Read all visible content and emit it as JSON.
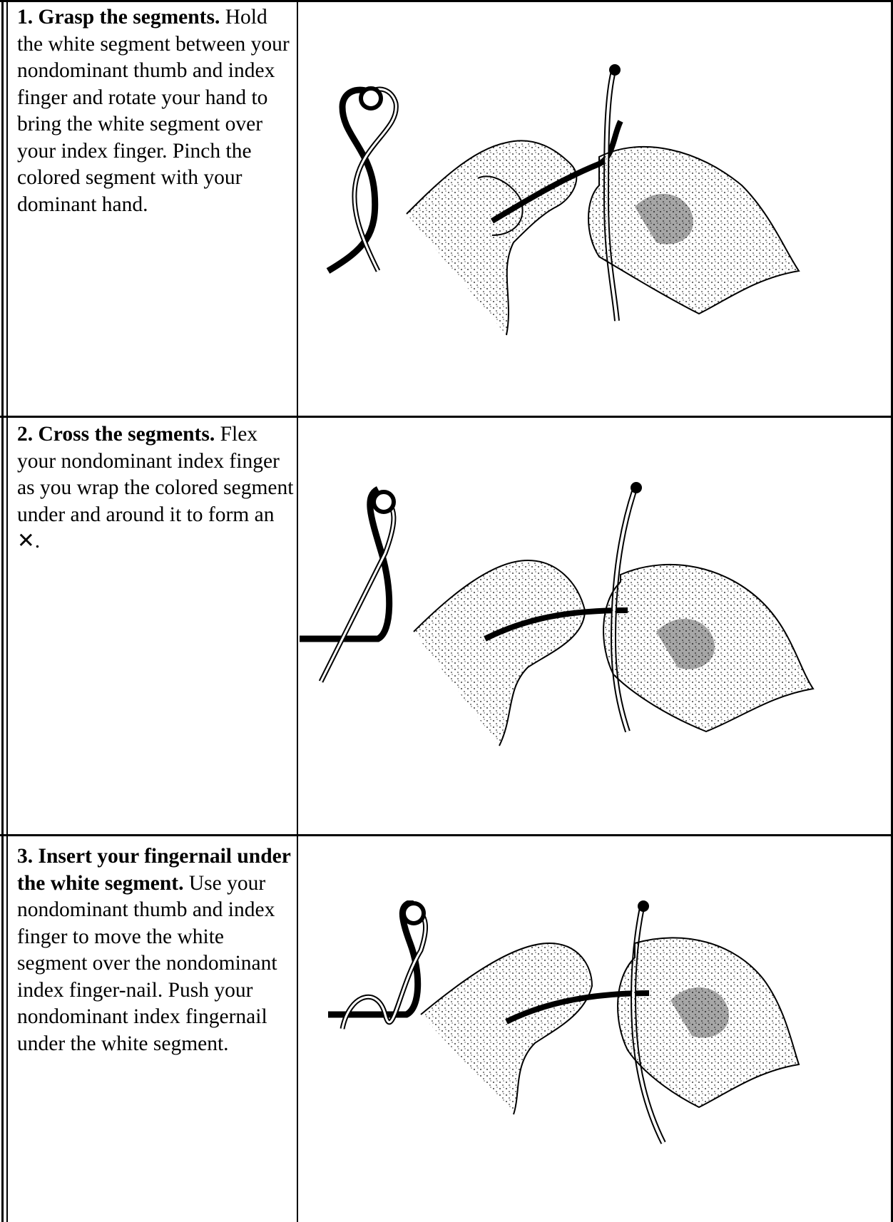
{
  "steps": [
    {
      "title": "1. Grasp the segments.",
      "body": " Hold the white segment between your nondominant thumb and index finger and rotate your hand to bring the white segment over your index finger.  Pinch the colored segment with your dominant hand."
    },
    {
      "title": "2. Cross the segments.",
      "body": "  Flex your nondominant index finger as you wrap the colored segment under and around it to form an ✕."
    },
    {
      "title": "3. Insert your fingernail under the white segment.",
      "body": " Use your nondominant thumb and index finger to move the white segment over the nondominant index finger-nail.  Push your nondominant index fingernail under the white segment."
    }
  ],
  "illustrations": [
    {
      "name": "step-1-illustration"
    },
    {
      "name": "step-2-illustration"
    },
    {
      "name": "step-3-illustration"
    }
  ]
}
